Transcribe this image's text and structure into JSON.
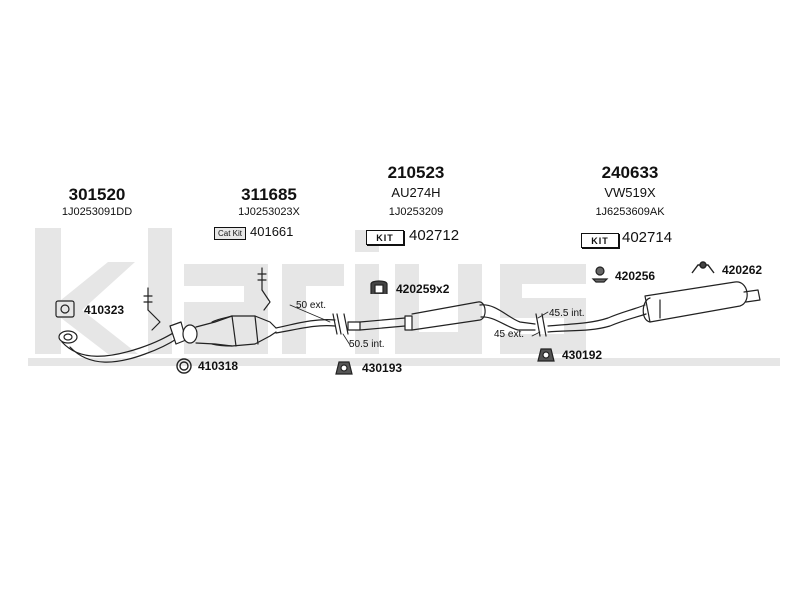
{
  "watermark": {
    "brand": "klarius",
    "color": "#e6e6e6"
  },
  "parts": [
    {
      "number": "301520",
      "ref": "1J0253091DD"
    },
    {
      "number": "311685",
      "ref": "1J0253023X"
    },
    {
      "number": "210523",
      "ref": "1J0253209",
      "alt": "AU274H"
    },
    {
      "number": "240633",
      "ref": "1J6253609AK",
      "alt": "VW519X"
    }
  ],
  "kits": [
    {
      "badge": "Cat Kit",
      "number": "401661"
    },
    {
      "badge": "KIT",
      "number": "402712"
    },
    {
      "badge": "KIT",
      "number": "402714"
    }
  ],
  "accessories": [
    {
      "number": "410323",
      "icon": "flange-gasket-icon"
    },
    {
      "number": "410318",
      "icon": "sealing-ring-icon"
    },
    {
      "number": "420259x2",
      "icon": "clamp-icon"
    },
    {
      "number": "430193",
      "icon": "rubber-mount-icon"
    },
    {
      "number": "420256",
      "icon": "bracket-icon"
    },
    {
      "number": "430192",
      "icon": "rubber-mount-icon"
    },
    {
      "number": "420262",
      "icon": "hanger-bracket-icon"
    }
  ],
  "joints": [
    {
      "text": "50 ext."
    },
    {
      "text": "50.5 int."
    },
    {
      "text": "45.5 int."
    },
    {
      "text": "45 ext."
    }
  ]
}
